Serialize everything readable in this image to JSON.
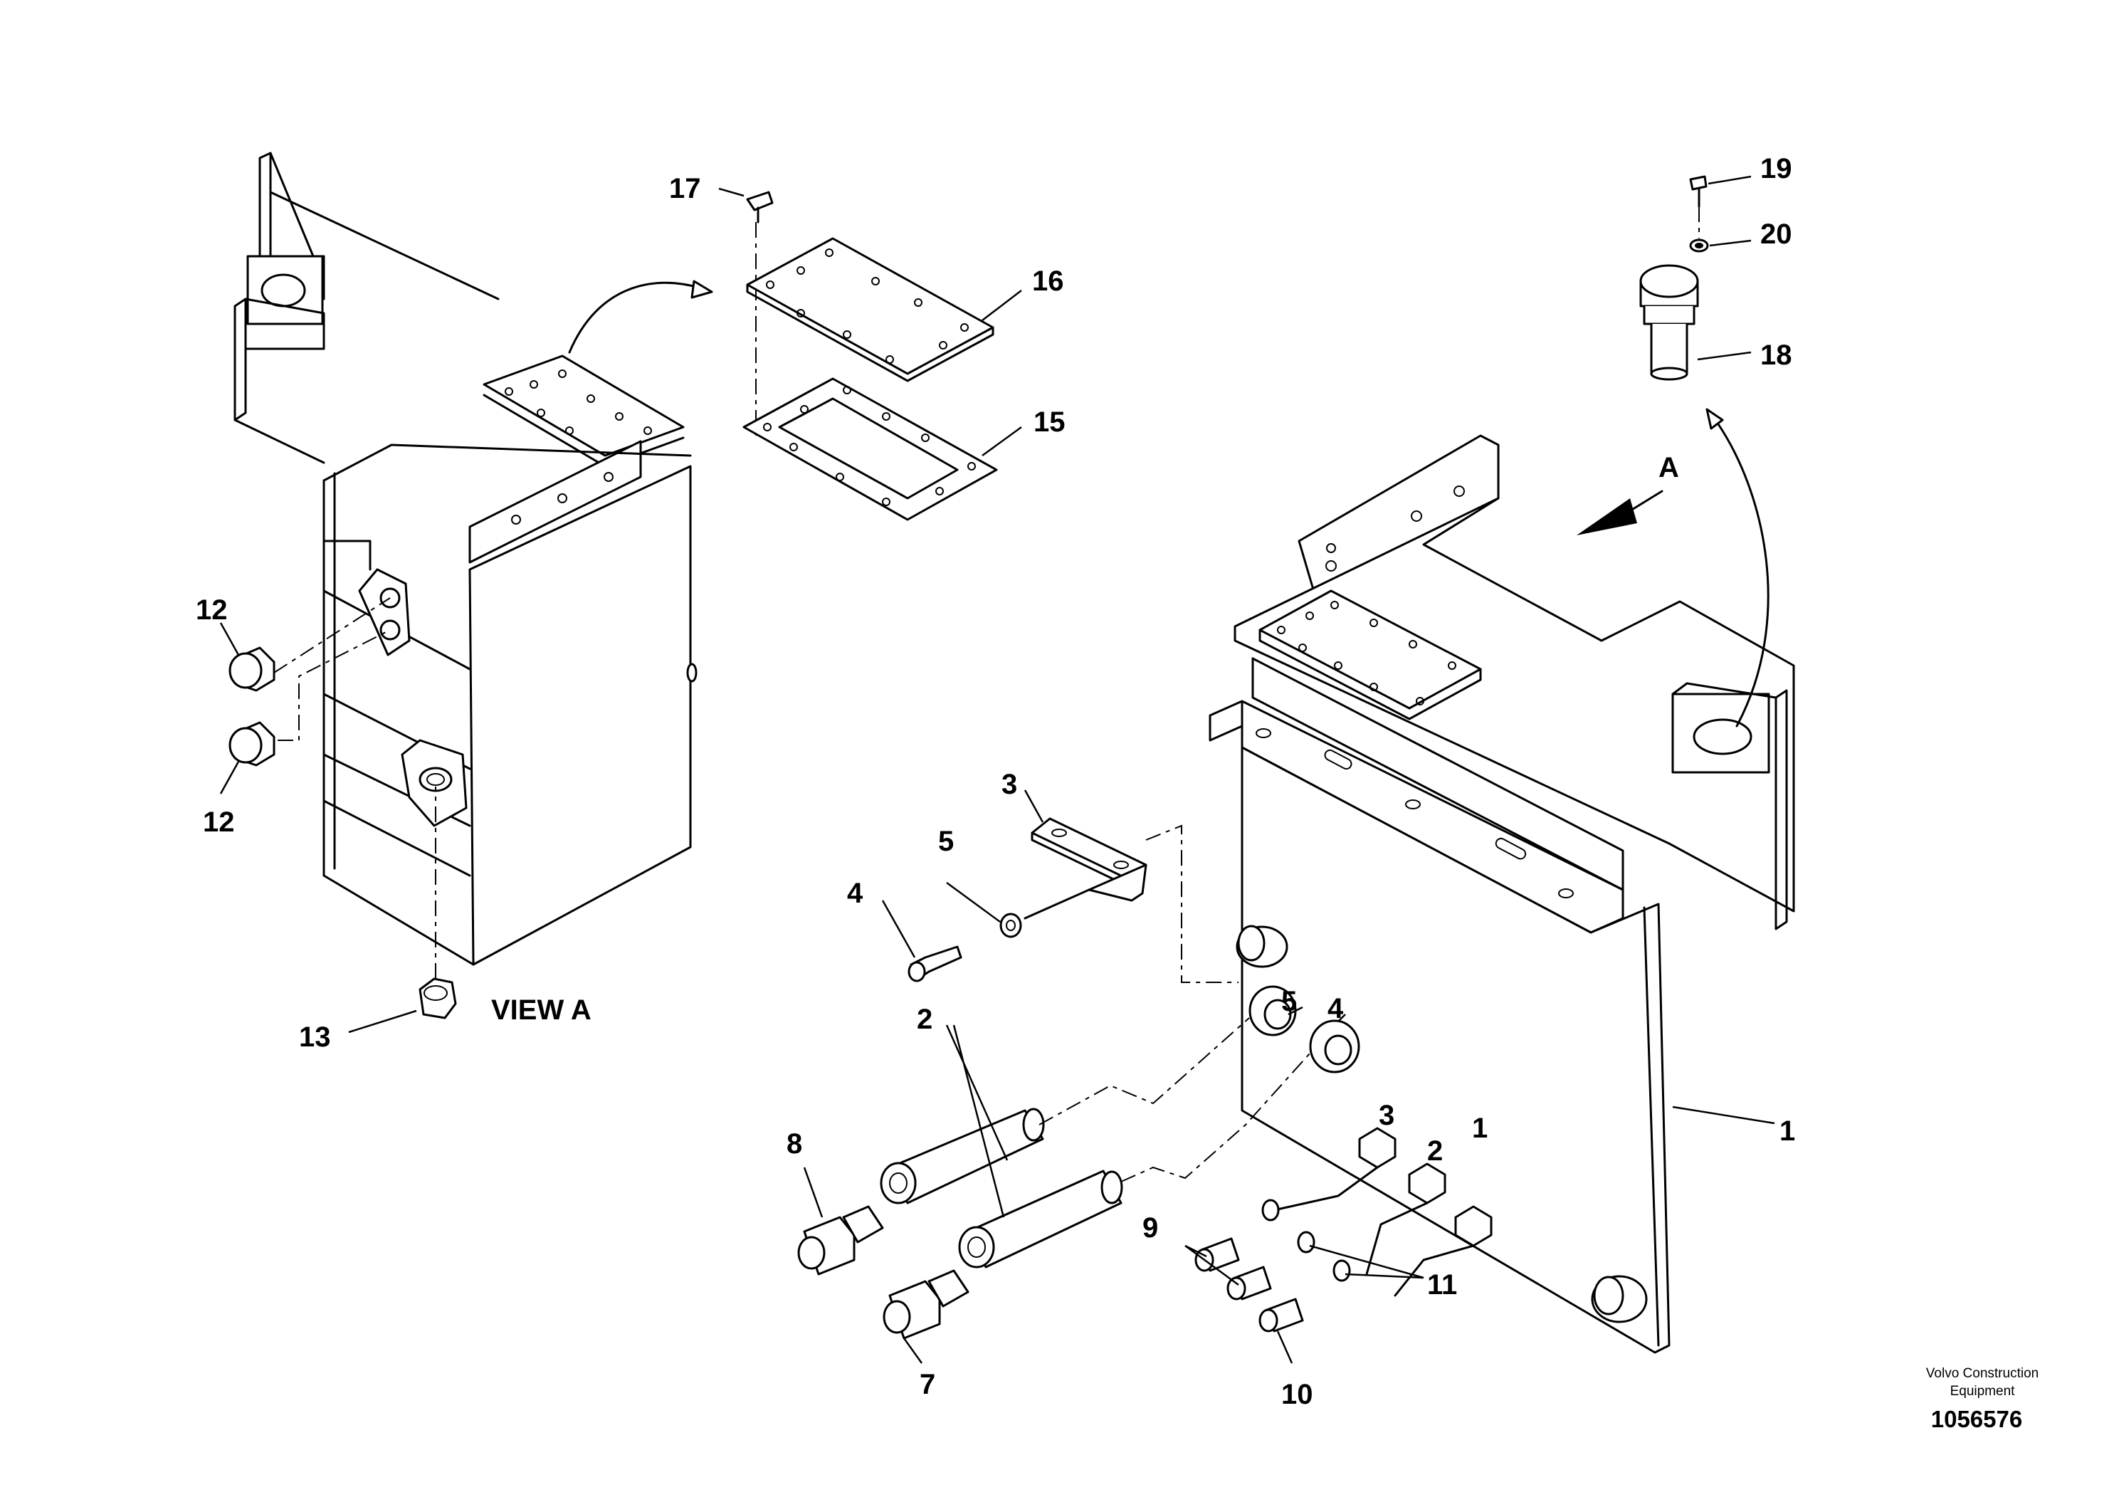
{
  "view_label": "VIEW A",
  "arrow_label": "A",
  "credit": {
    "line1": "Volvo Construction",
    "line2": "Equipment",
    "ref": "1056576"
  },
  "callouts": {
    "c1": "1",
    "c2a": "2",
    "c2b": "2",
    "c3a": "3",
    "c3b": "3",
    "c4a": "4",
    "c4b": "4",
    "c5a": "5",
    "c5b": "5",
    "c7": "7",
    "c8": "8",
    "c9": "9",
    "c10": "10",
    "c11": "11",
    "c12a": "12",
    "c12b": "12",
    "c13": "13",
    "c15": "15",
    "c16": "16",
    "c17": "17",
    "c18": "18",
    "c19": "19",
    "c20": "20"
  }
}
